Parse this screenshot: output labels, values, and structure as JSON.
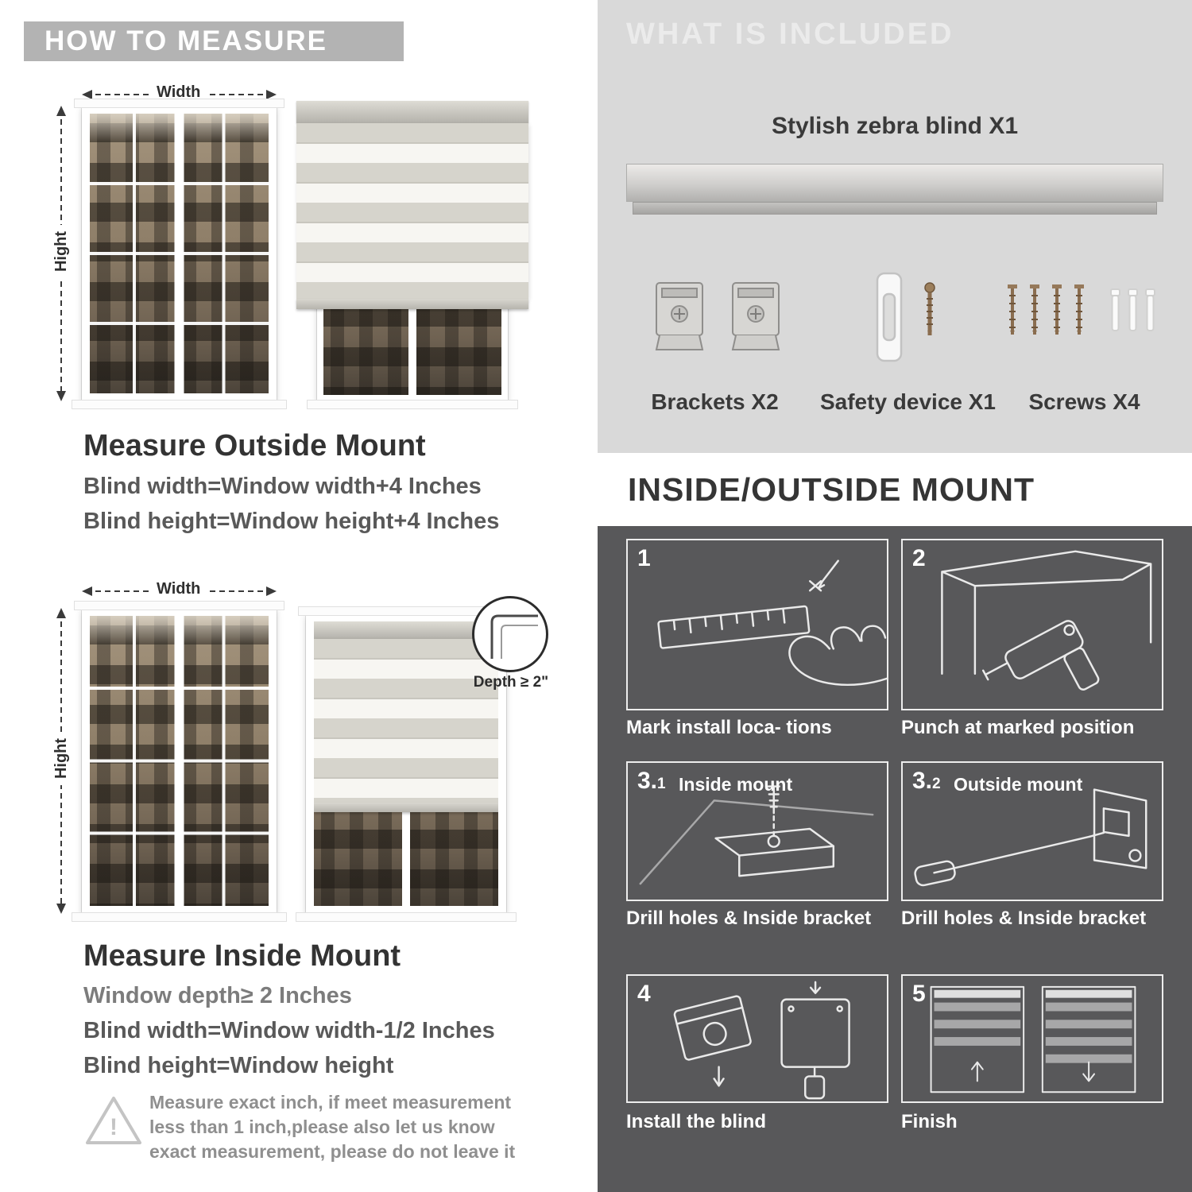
{
  "colors": {
    "pill": "#b3b3b3",
    "panel_light": "#d9d9d9",
    "panel_dark": "#58585a",
    "heading": "#333333",
    "body_gray": "#595959"
  },
  "left": {
    "header": "HOW TO MEASURE",
    "outside": {
      "width_label": "Width",
      "height_label": "Hight",
      "title": "Measure Outside Mount",
      "line1": "Blind width=Window width+4 Inches",
      "line2": "Blind height=Window height+4 Inches"
    },
    "inside": {
      "width_label": "Width",
      "height_label": "Hight",
      "depth_label": "Depth ≥ 2\"",
      "title": "Measure Inside Mount",
      "line1": "Window depth≥ 2 Inches",
      "line2": "Blind width=Window width-1/2 Inches",
      "line3": "Blind height=Window height"
    },
    "warning": "Measure exact inch, if meet measurement less than 1 inch,please also let us know exact measurement, please do not leave it"
  },
  "right": {
    "included": {
      "header": "WHAT IS INCLUDED",
      "blind_label": "Stylish zebra blind X1",
      "items": [
        {
          "label": "Brackets X2"
        },
        {
          "label": "Safety device X1"
        },
        {
          "label": "Screws X4"
        }
      ]
    },
    "mount": {
      "header": "INSIDE/OUTSIDE MOUNT",
      "steps": [
        {
          "num": "1",
          "sub": "",
          "label": "",
          "caption": "Mark install loca- tions"
        },
        {
          "num": "2",
          "sub": "",
          "label": "",
          "caption": "Punch at marked position"
        },
        {
          "num": "3.",
          "sub": "1",
          "label": "Inside mount",
          "caption": "Drill holes & Inside bracket"
        },
        {
          "num": "3.",
          "sub": "2",
          "label": "Outside mount",
          "caption": "Drill holes & Inside bracket"
        },
        {
          "num": "4",
          "sub": "",
          "label": "",
          "caption": "Install the blind"
        },
        {
          "num": "5",
          "sub": "",
          "label": "",
          "caption": "Finish"
        }
      ]
    }
  }
}
